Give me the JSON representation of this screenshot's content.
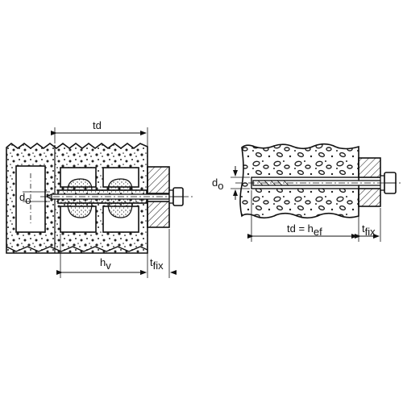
{
  "left_figure": {
    "label_td": "td",
    "label_d": "d",
    "label_d_sub": "o",
    "label_h": "h",
    "label_h_sub": "v",
    "label_t": "t",
    "label_t_sub": "fix"
  },
  "right_figure": {
    "label_d": "d",
    "label_d_sub": "o",
    "label_td": "td = h",
    "label_td_sub": "ef",
    "label_t": "t",
    "label_t_sub": "fix"
  }
}
